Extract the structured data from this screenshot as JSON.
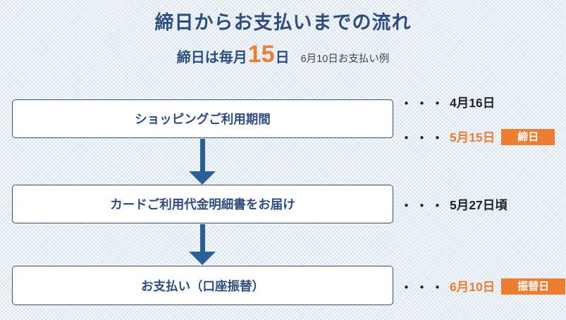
{
  "page": {
    "title": "締日からお支払いまでの流れ",
    "subtitle": {
      "prefix": "締日は毎月",
      "highlight_day": "15",
      "day_suffix": "日",
      "example": "6月10日お支払い例"
    },
    "steps": [
      {
        "label": "ショッピングご利用期間"
      },
      {
        "label": "カードご利用代金明細書をお届け"
      },
      {
        "label": "お支払い（口座振替）"
      }
    ],
    "dates": [
      {
        "dots": "・・・",
        "text": "4月16日",
        "style": "dark"
      },
      {
        "dots": "・・・",
        "text": "5月15日",
        "style": "orange",
        "badge": "締日"
      },
      {
        "dots": "・・・",
        "text": "5月27日頃",
        "style": "dark"
      },
      {
        "dots": "・・・",
        "text": "6月10日",
        "style": "orange",
        "badge": "振替日"
      }
    ],
    "colors": {
      "accent_orange": "#ed7d31",
      "navy": "#2e4d7e",
      "arrow_blue": "#2a6099",
      "background": "#dbe5f2"
    }
  }
}
